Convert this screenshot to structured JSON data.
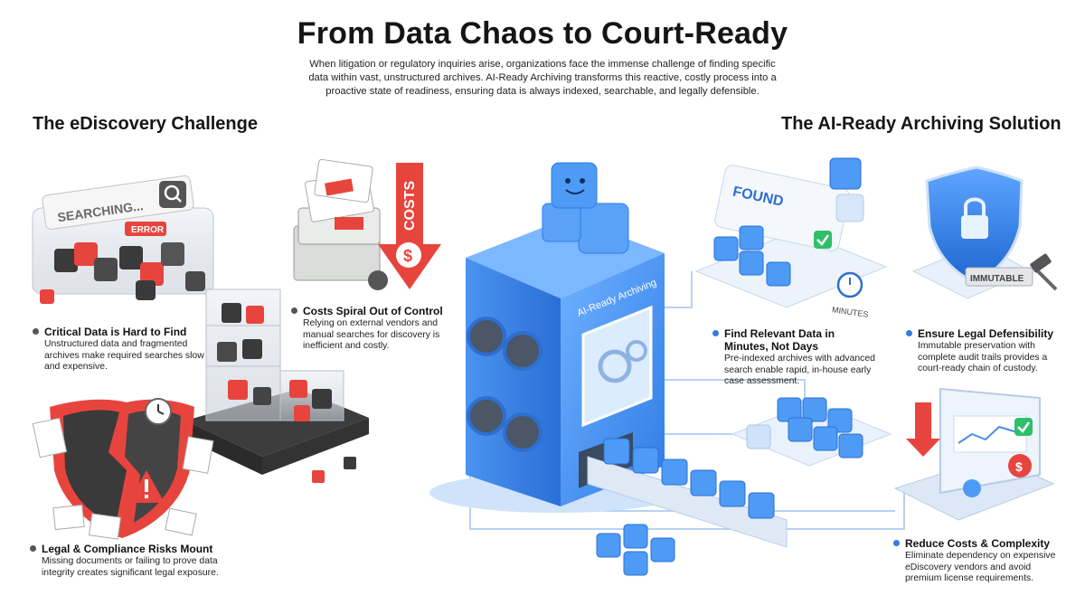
{
  "header": {
    "title": "From Data Chaos to Court-Ready",
    "subtitle": "When litigation or regulatory inquiries arise, organizations face the immense challenge of finding specific data within vast, unstructured archives. AI-Ready Archiving transforms this reactive, costly process into a proactive state of readiness, ensuring data is always indexed, searchable, and legally defensible."
  },
  "left": {
    "heading": "The eDiscovery Challenge",
    "items": [
      {
        "title": "Critical Data is Hard to Find",
        "desc": "Unstructured data and fragmented archives make required searches slow and expensive."
      },
      {
        "title": "Costs Spiral Out of Control",
        "desc": "Relying on external vendors and manual searches for discovery is inefficient and costly."
      },
      {
        "title": "Legal & Compliance Risks Mount",
        "desc": "Missing documents or failing to prove data integrity creates significant legal exposure."
      }
    ],
    "labels": {
      "searching": "SEARCHING...",
      "error": "ERROR",
      "costs": "COSTS",
      "dollar": "$"
    }
  },
  "right": {
    "heading": "The AI-Ready Archiving Solution",
    "items": [
      {
        "title": "Find Relevant Data in Minutes, Not Days",
        "desc": "Pre-indexed archives with advanced search enable rapid, in-house early case assessment."
      },
      {
        "title": "Ensure Legal Defensibility",
        "desc": "Immutable preservation with complete audit trails provides a court-ready chain of custody."
      },
      {
        "title": "Reduce Costs & Complexity",
        "desc": "Eliminate dependency on expensive eDiscovery vendors and avoid premium license requirements."
      }
    ],
    "labels": {
      "found": "FOUND",
      "minutes": "MINUTES",
      "immutable": "IMMUTABLE",
      "dollar": "$"
    }
  },
  "center": {
    "machine_label": "AI-Ready Archiving"
  },
  "colors": {
    "accent_blue": "#3d8ff0",
    "accent_red": "#e8443e",
    "dark_gray": "#3a3a3a"
  }
}
